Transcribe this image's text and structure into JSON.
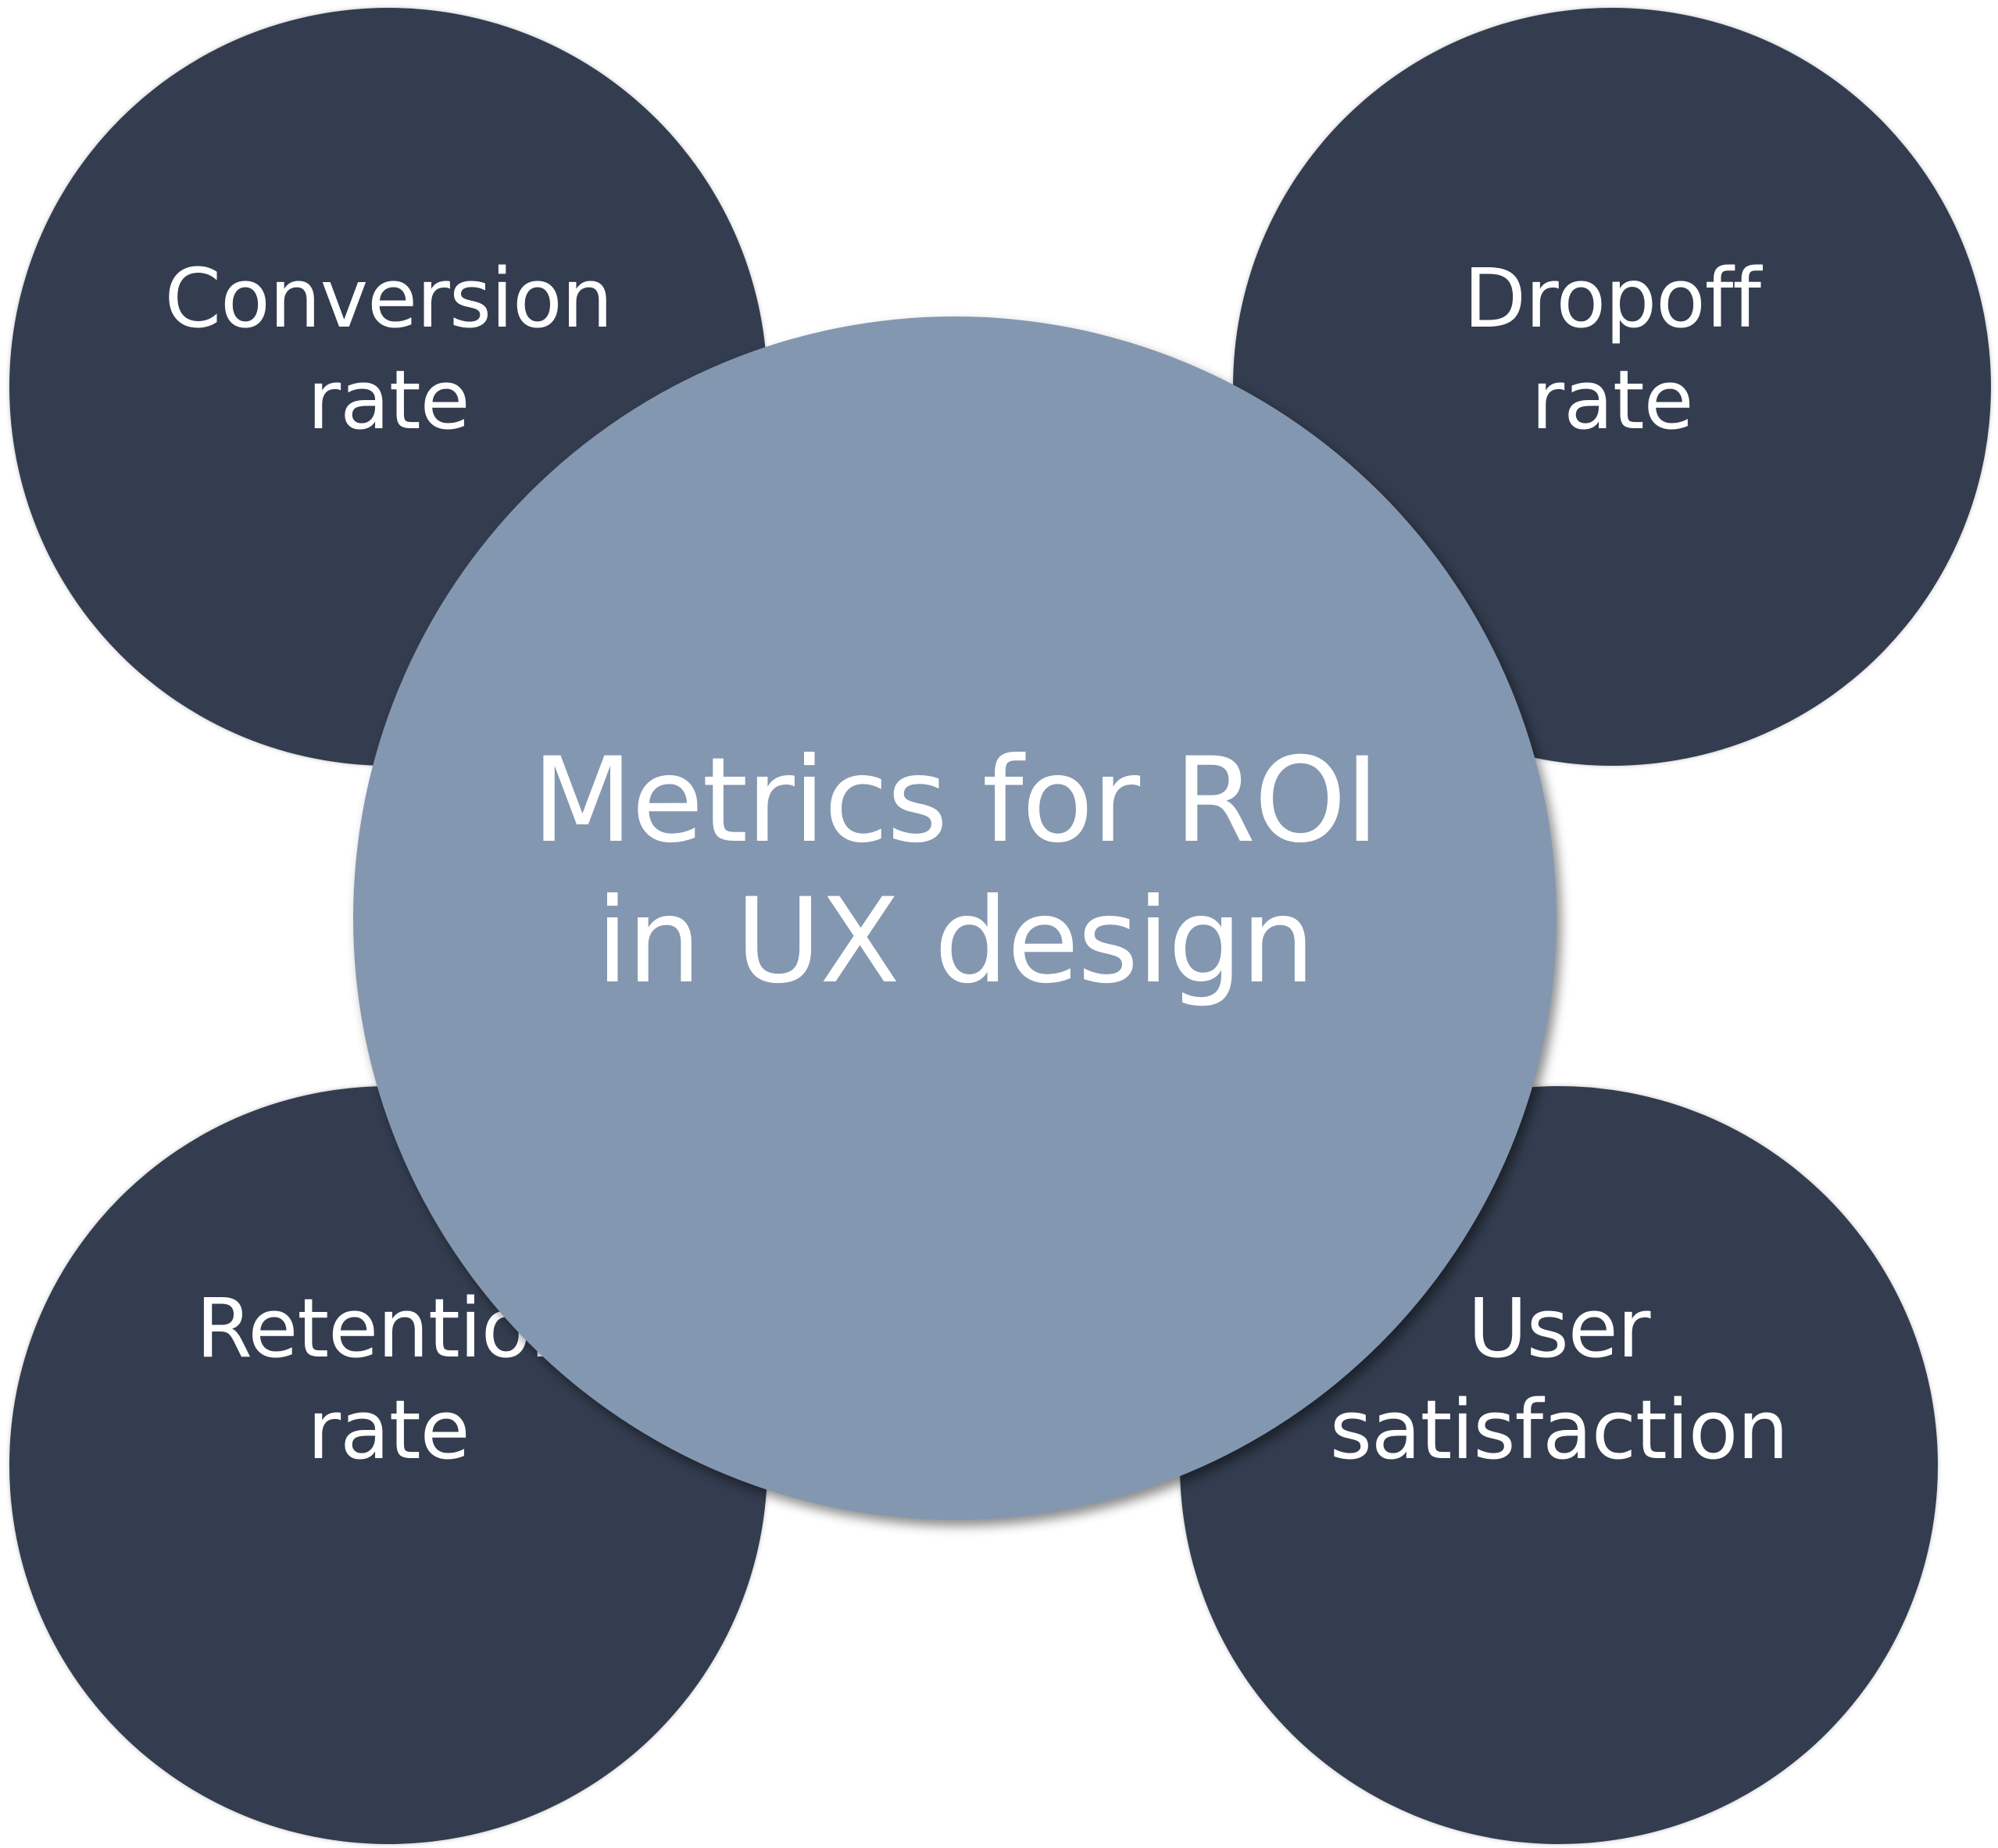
{
  "diagram": {
    "center": {
      "line1": "Metrics for ROI",
      "line2": "in UX design"
    },
    "nodes": {
      "top_left": {
        "line1": "Conversion",
        "line2": "rate"
      },
      "top_right": {
        "line1": "Dropoff",
        "line2": "rate"
      },
      "bottom_left": {
        "line1": "Retention",
        "line2": "rate"
      },
      "bottom_right": {
        "line1": "User",
        "line2": "satisfaction"
      }
    },
    "colors": {
      "outer_circle": "#333d4f",
      "center_circle": "#8497b0",
      "text": "#ffffff",
      "background": "#ffffff"
    }
  }
}
